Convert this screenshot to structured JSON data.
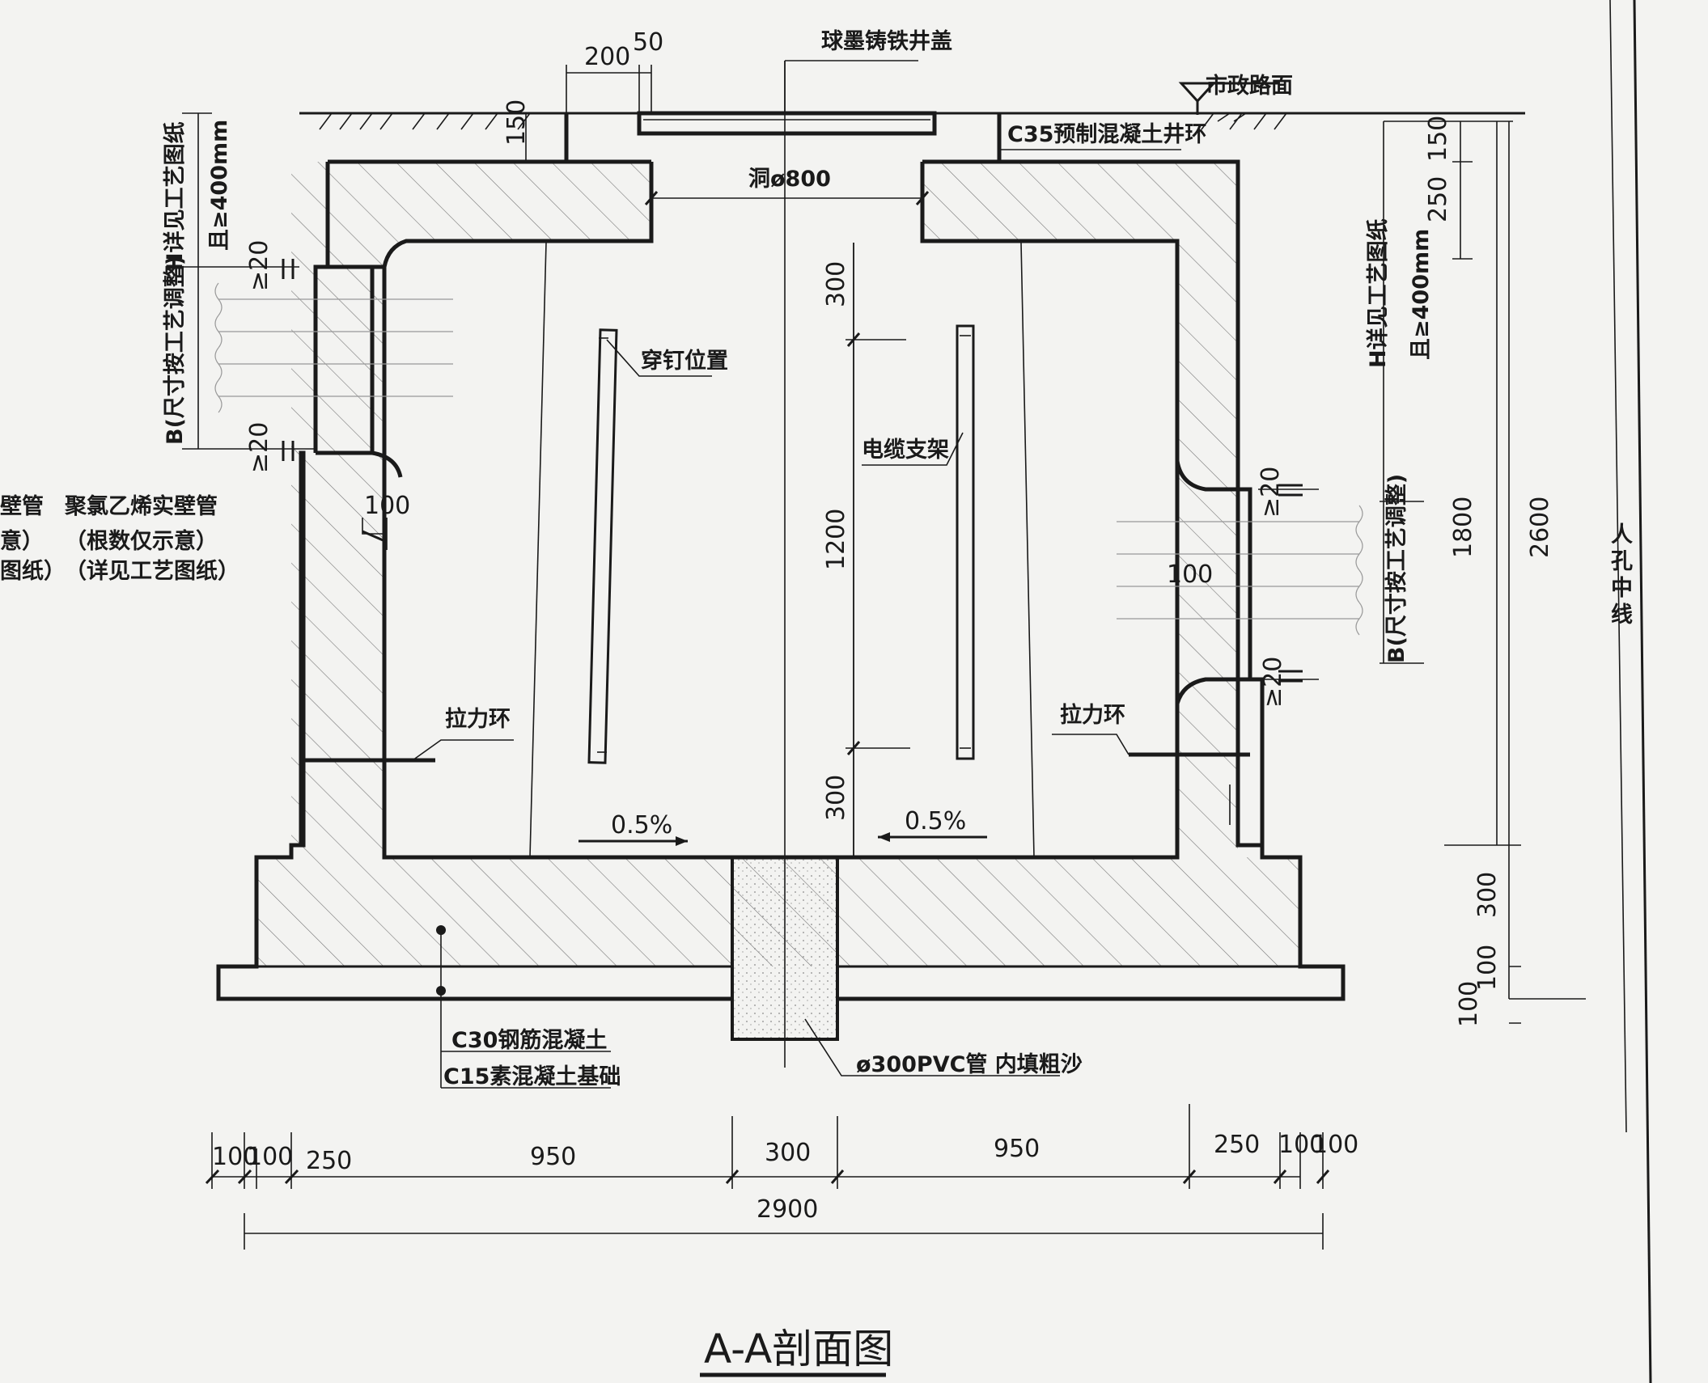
{
  "title": "A-A剖面图",
  "labels": {
    "cover": "球墨铸铁井盖",
    "road": "市政路面",
    "ring": "C35预制混凝土井环",
    "hole": "洞ø800",
    "manhole_center": "人孔中线",
    "nail": "穿钉位置",
    "bracket": "电缆支架",
    "tension_left": "拉力环",
    "tension_right": "拉力环",
    "slope_left": "0.5%",
    "slope_right": "0.5%",
    "c30": "C30钢筋混凝土",
    "c15": "C15素混凝土基础",
    "pvc": "ø300PVC管 内填粗沙",
    "pipe_left_1": "聚氯乙烯实壁管",
    "pipe_left_2": "（根数仅示意）",
    "pipe_left_3": "（详见工艺图纸）",
    "pipe_cut_1": "壁管",
    "pipe_cut_2": "意）",
    "pipe_cut_3": "图纸）",
    "h_left_1": "H详见工艺图纸",
    "h_left_2": "且≥400mm",
    "b_left": "B(尺寸按工艺调整)",
    "h_right_1": "H详见工艺图纸",
    "h_right_2": "且≥400mm",
    "b_right": "B(尺寸按工艺调整)"
  },
  "dimensions": {
    "top_200": "200",
    "top_50": "50",
    "top_150": "150",
    "ge20_l1": "≥20",
    "ge20_l2": "≥20",
    "wall_100_left": "100",
    "ge20_r1": "≥20",
    "ge20_r2": "≥20",
    "wall_100_right": "100",
    "v300_top": "300",
    "v1200": "1200",
    "v300_bottom": "300",
    "r150": "150",
    "r250": "250",
    "r1800": "1800",
    "r2600": "2600",
    "r300": "300",
    "r100a": "100",
    "r100b": "100",
    "b100_1": "100",
    "b100_2": "100",
    "b250_l": "250",
    "b950_l": "950",
    "b300": "300",
    "b950_r": "950",
    "b250_r": "250",
    "b100_3": "100",
    "b100_4": "100",
    "b2900": "2900"
  },
  "colors": {
    "paper": "#f3f3f1",
    "ink": "#1a1a1a",
    "sand": "#d9d7d2"
  }
}
